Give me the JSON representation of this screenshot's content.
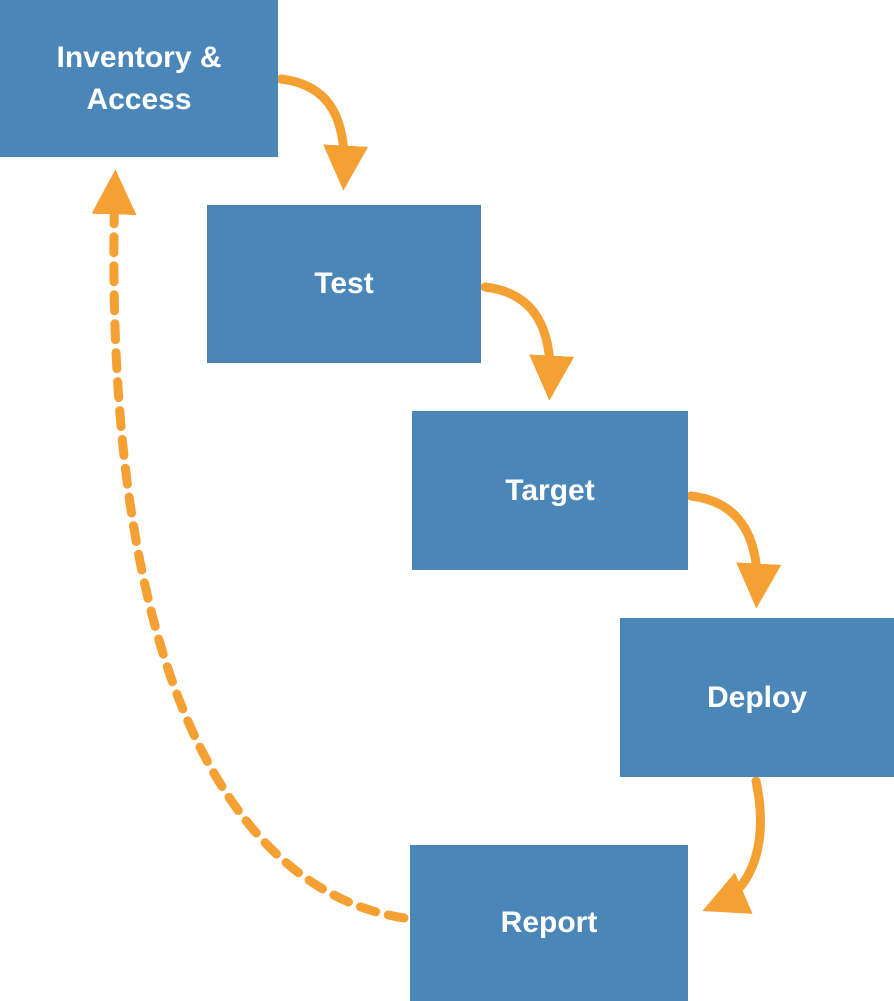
{
  "diagram": {
    "boxes": [
      {
        "id": "inventory-access",
        "label": "Inventory & Access"
      },
      {
        "id": "test",
        "label": "Test"
      },
      {
        "id": "target",
        "label": "Target"
      },
      {
        "id": "deploy",
        "label": "Deploy"
      },
      {
        "id": "report",
        "label": "Report"
      }
    ],
    "arrows": [
      {
        "from": "inventory-access",
        "to": "test",
        "style": "solid"
      },
      {
        "from": "test",
        "to": "target",
        "style": "solid"
      },
      {
        "from": "target",
        "to": "deploy",
        "style": "solid"
      },
      {
        "from": "deploy",
        "to": "report",
        "style": "solid"
      },
      {
        "from": "report",
        "to": "inventory-access",
        "style": "dashed"
      }
    ]
  },
  "colors": {
    "box-blue": "#4A86B8",
    "arrow-orange": "#F5A033",
    "text-white": "#FFFFFF"
  }
}
